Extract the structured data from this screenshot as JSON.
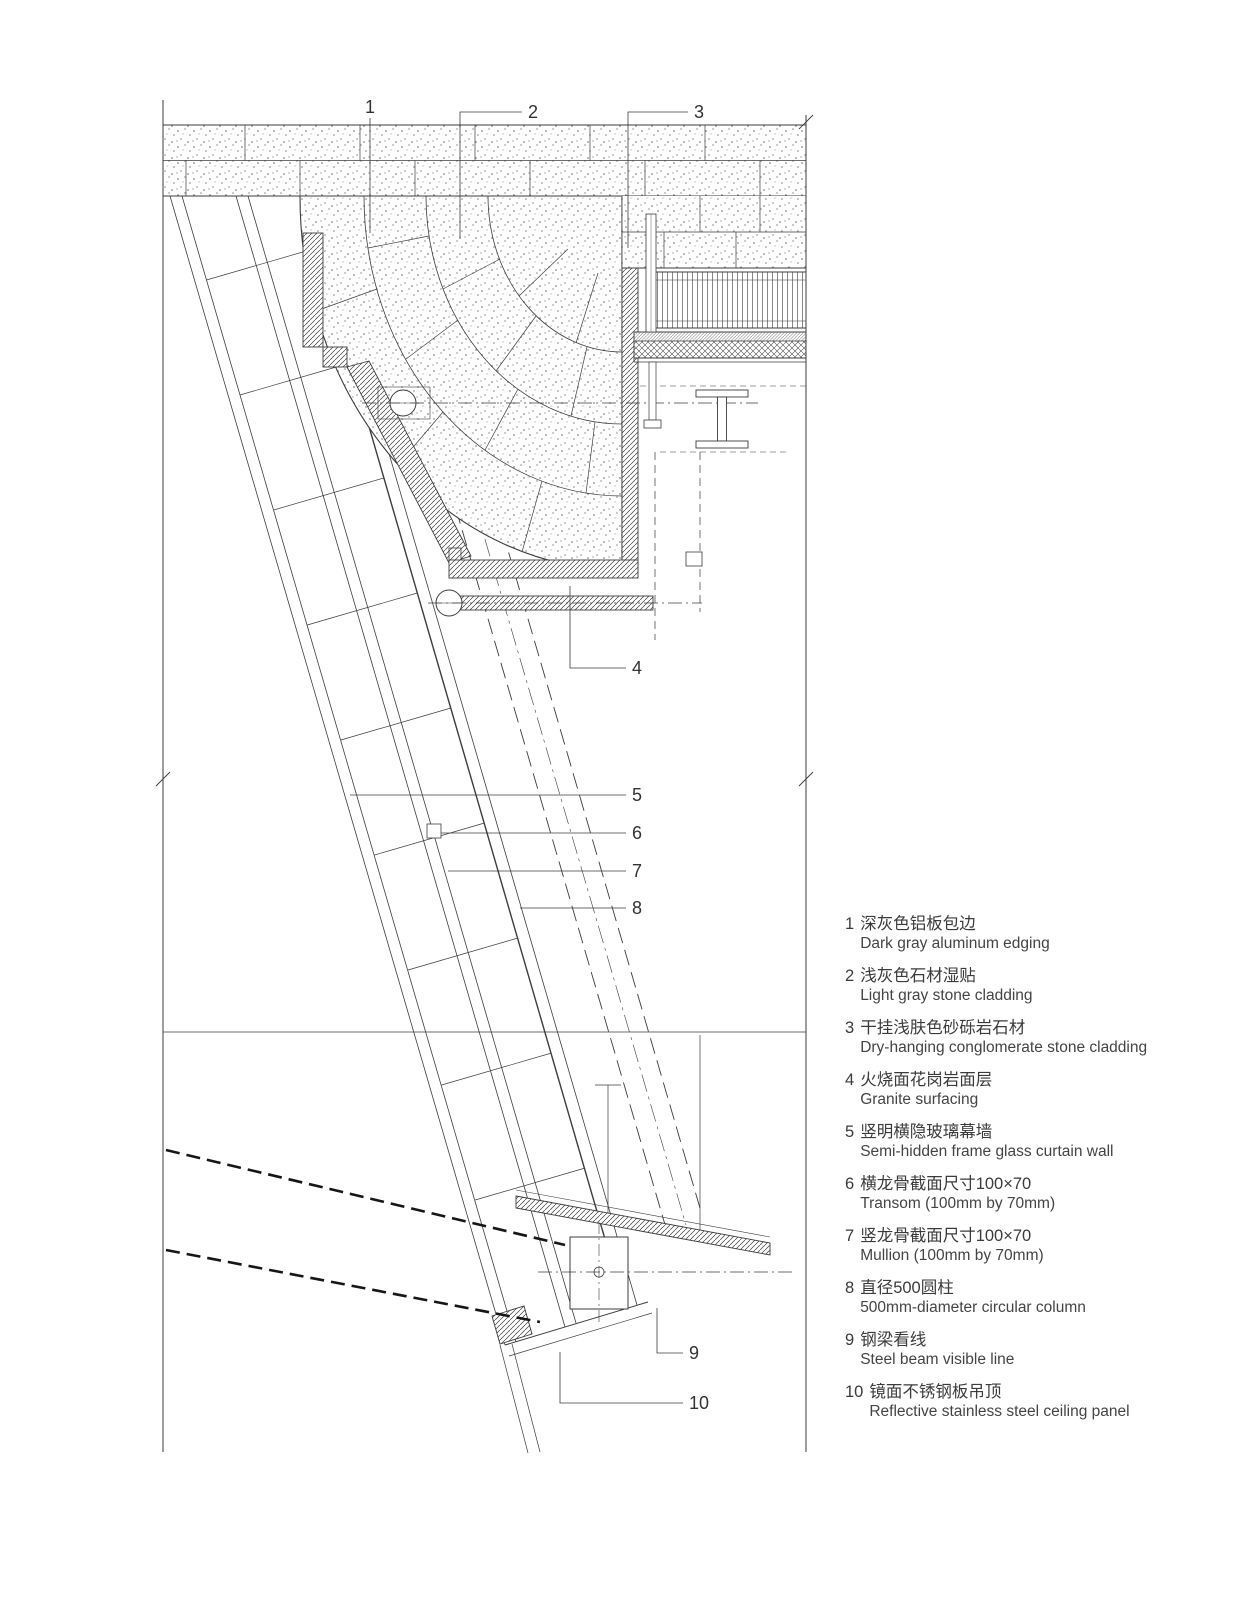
{
  "colors": {
    "line": "#3d3d3d",
    "text": "#3b3b3b",
    "bold_dash": "#161616",
    "background": "#ffffff"
  },
  "callouts": [
    "1",
    "2",
    "3",
    "4",
    "5",
    "6",
    "7",
    "8",
    "9",
    "10"
  ],
  "legend": {
    "items": [
      {
        "num": "1",
        "zh": "深灰色铝板包边",
        "en": "Dark gray aluminum edging"
      },
      {
        "num": "2",
        "zh": "浅灰色石材湿贴",
        "en": "Light gray stone cladding"
      },
      {
        "num": "3",
        "zh": "干挂浅肤色砂砾岩石材",
        "en": "Dry-hanging conglomerate stone cladding"
      },
      {
        "num": "4",
        "zh": "火烧面花岗岩面层",
        "en": "Granite surfacing"
      },
      {
        "num": "5",
        "zh": "竖明横隐玻璃幕墙",
        "en": "Semi-hidden frame glass curtain wall"
      },
      {
        "num": "6",
        "zh": "横龙骨截面尺寸100×70",
        "en": "Transom (100mm by 70mm)"
      },
      {
        "num": "7",
        "zh": "竖龙骨截面尺寸100×70",
        "en": "Mullion (100mm by 70mm)"
      },
      {
        "num": "8",
        "zh": "直径500圆柱",
        "en": "500mm-diameter circular column"
      },
      {
        "num": "9",
        "zh": "钢梁看线",
        "en": "Steel beam visible line"
      },
      {
        "num": "10",
        "zh": "镜面不锈钢板吊顶",
        "en": "Reflective stainless steel ceiling panel"
      }
    ]
  }
}
